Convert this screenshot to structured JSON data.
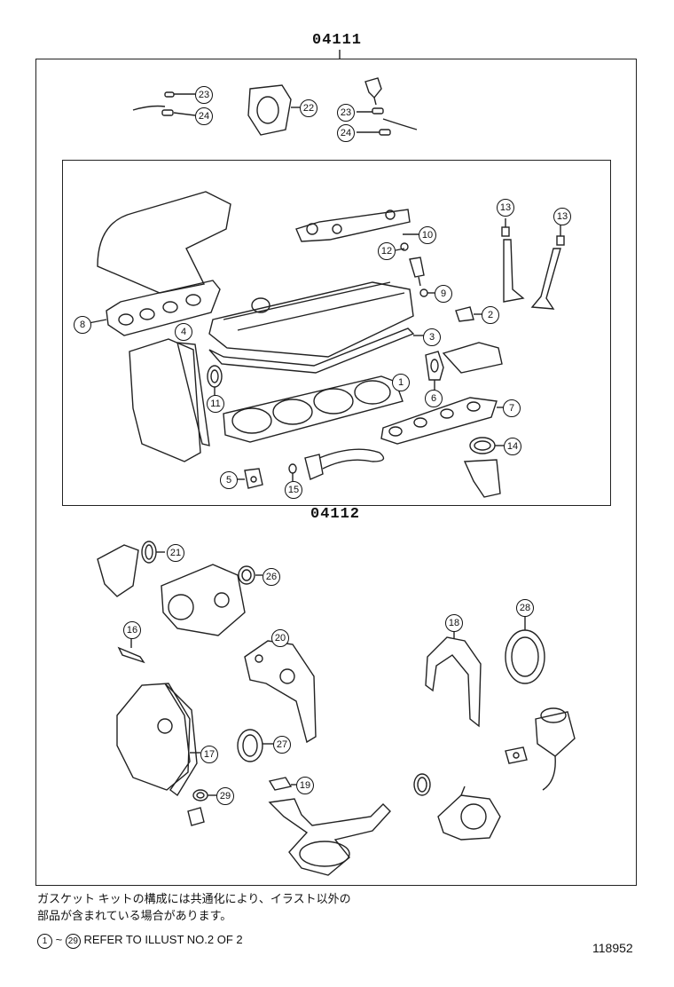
{
  "outer_kit_code": "04111",
  "inner_kit_code": "04112",
  "callouts": [
    "23",
    "24",
    "22",
    "23",
    "24",
    "13",
    "10",
    "12",
    "13",
    "9",
    "8",
    "2",
    "4",
    "3",
    "1",
    "11",
    "6",
    "7",
    "14",
    "5",
    "15",
    "21",
    "26",
    "16",
    "20",
    "18",
    "28",
    "17",
    "27",
    "19",
    "29"
  ],
  "note_line1": "ガスケット キットの構成には共通化により、イラスト以外の",
  "note_line2": "部品が含まれている場合があります。",
  "ref_start": "1",
  "ref_tilde": "~",
  "ref_end": "29",
  "ref_text": "REFER TO ILLUST NO.2 OF 2",
  "illustration_number": "118952"
}
